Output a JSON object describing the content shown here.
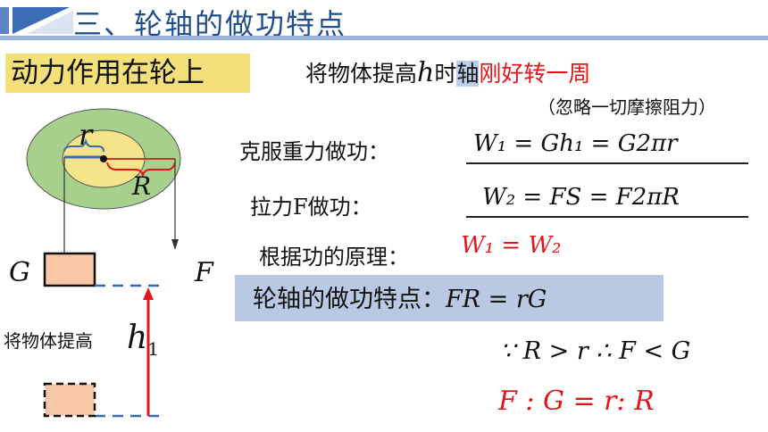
{
  "title": "三、轮轴的做功特点",
  "highlight_label": "动力作用在轮上",
  "intro": {
    "before": "将物体提高",
    "var_h": "h",
    "mid": "时",
    "axle": "轴",
    "red": "刚好转一周"
  },
  "note": "（忽略一切摩擦阻力）",
  "work_gravity": {
    "label": "克服重力做功：",
    "equation": "W₁ = Gh₁ = G2πr"
  },
  "work_pull": {
    "label": "拉力F做功：",
    "equation": "W₂ = FS = F2πR"
  },
  "principle": {
    "label": "根据功的原理：",
    "equation": "W₁ = W₂"
  },
  "feature": {
    "label": "轮轴的做功特点：",
    "equation": "FR = rG"
  },
  "condition": "∵ R > r   ∴ F < G",
  "ratio": "F : G = r: R",
  "diagram": {
    "label_r": "r",
    "label_R": "R",
    "label_G": "G",
    "label_F": "F",
    "side_text": "将物体提高",
    "side_h": "h",
    "side_sub": "1"
  },
  "colors": {
    "title": "#1f4e8c",
    "highlight": "#f3e07a",
    "feature_box": "#b9c9e4",
    "red": "#e0161b",
    "wheel": "#a8d08d",
    "axle": "#f5e48a",
    "weight": "#f7c7a6"
  }
}
